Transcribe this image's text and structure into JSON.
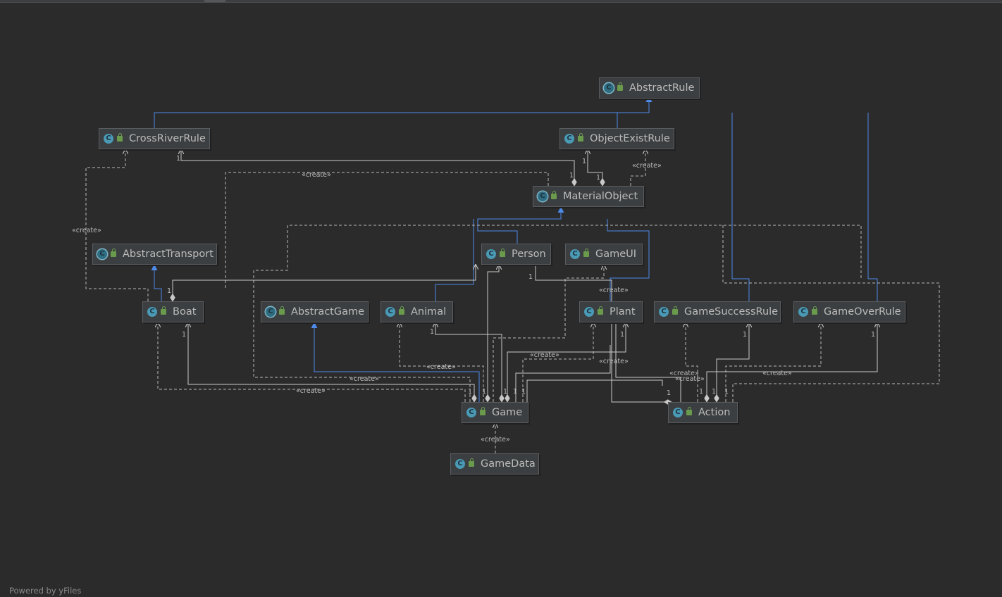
{
  "edge_labels": {
    "create": "«create»",
    "mult_one": "1"
  },
  "classes": [
    {
      "id": "abstract-rule",
      "name": "AbstractRule",
      "kind_letter": "C",
      "abstract": true
    },
    {
      "id": "cross-river-rule",
      "name": "CrossRiverRule",
      "kind_letter": "C",
      "abstract": false
    },
    {
      "id": "object-exist-rule",
      "name": "ObjectExistRule",
      "kind_letter": "C",
      "abstract": false
    },
    {
      "id": "material-object",
      "name": "MaterialObject",
      "kind_letter": "C",
      "abstract": true
    },
    {
      "id": "abstract-transport",
      "name": "AbstractTransport",
      "kind_letter": "C",
      "abstract": true
    },
    {
      "id": "person",
      "name": "Person",
      "kind_letter": "C",
      "abstract": false
    },
    {
      "id": "game-ui",
      "name": "GameUI",
      "kind_letter": "C",
      "abstract": false
    },
    {
      "id": "boat",
      "name": "Boat",
      "kind_letter": "C",
      "abstract": false
    },
    {
      "id": "abstract-game",
      "name": "AbstractGame",
      "kind_letter": "C",
      "abstract": true
    },
    {
      "id": "animal",
      "name": "Animal",
      "kind_letter": "C",
      "abstract": false
    },
    {
      "id": "plant",
      "name": "Plant",
      "kind_letter": "C",
      "abstract": false
    },
    {
      "id": "game-success-rule",
      "name": "GameSuccessRule",
      "kind_letter": "C",
      "abstract": false
    },
    {
      "id": "game-over-rule",
      "name": "GameOverRule",
      "kind_letter": "C",
      "abstract": false
    },
    {
      "id": "game",
      "name": "Game",
      "kind_letter": "C",
      "abstract": false
    },
    {
      "id": "action",
      "name": "Action",
      "kind_letter": "C",
      "abstract": false
    },
    {
      "id": "game-data",
      "name": "GameData",
      "kind_letter": "C",
      "abstract": false
    }
  ],
  "footer": "Powered by yFiles"
}
